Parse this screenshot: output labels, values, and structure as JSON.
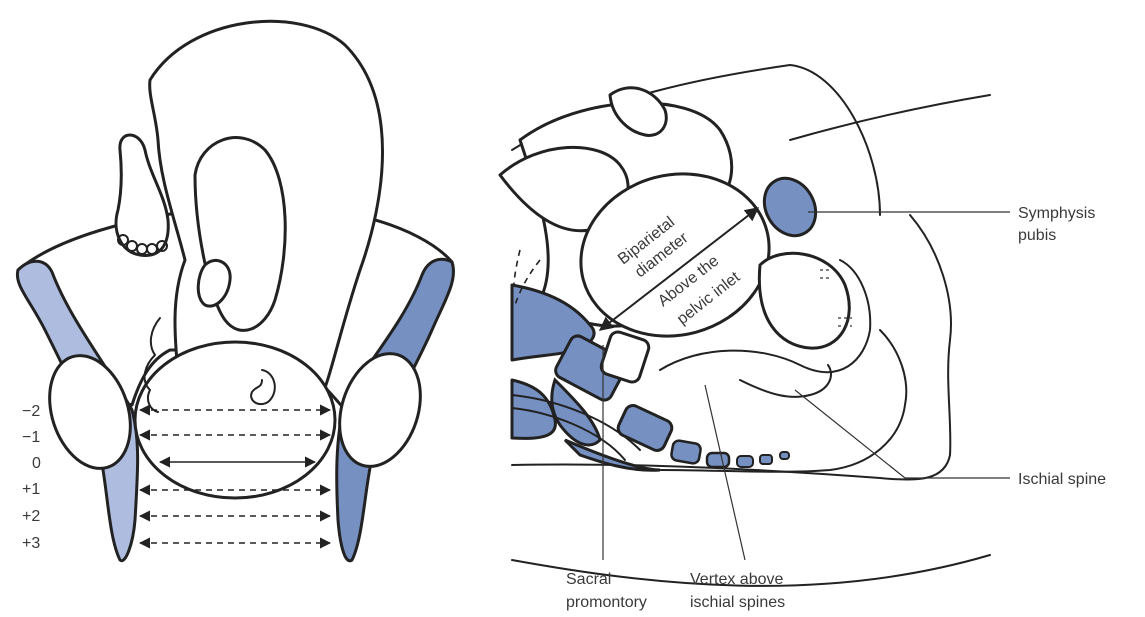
{
  "colors": {
    "bone_dark": "#7590c1",
    "bone_light": "#aebddf",
    "outline": "#222222",
    "text": "#3a3a3a"
  },
  "left_figure": {
    "stations": [
      "−2",
      "−1",
      "0",
      "+1",
      "+2",
      "+3"
    ]
  },
  "right_figure": {
    "head_labels": {
      "line1": "Biparietal",
      "line2": "diameter",
      "line3": "Above the",
      "line4": "pelvic inlet"
    },
    "callouts": {
      "symphysis_line1": "Symphysis",
      "symphysis_line2": "pubis",
      "ischial_spine": "Ischial spine",
      "sacral_line1": "Sacral",
      "sacral_line2": "promontory",
      "vertex_line1": "Vertex above",
      "vertex_line2": "ischial spines"
    }
  }
}
